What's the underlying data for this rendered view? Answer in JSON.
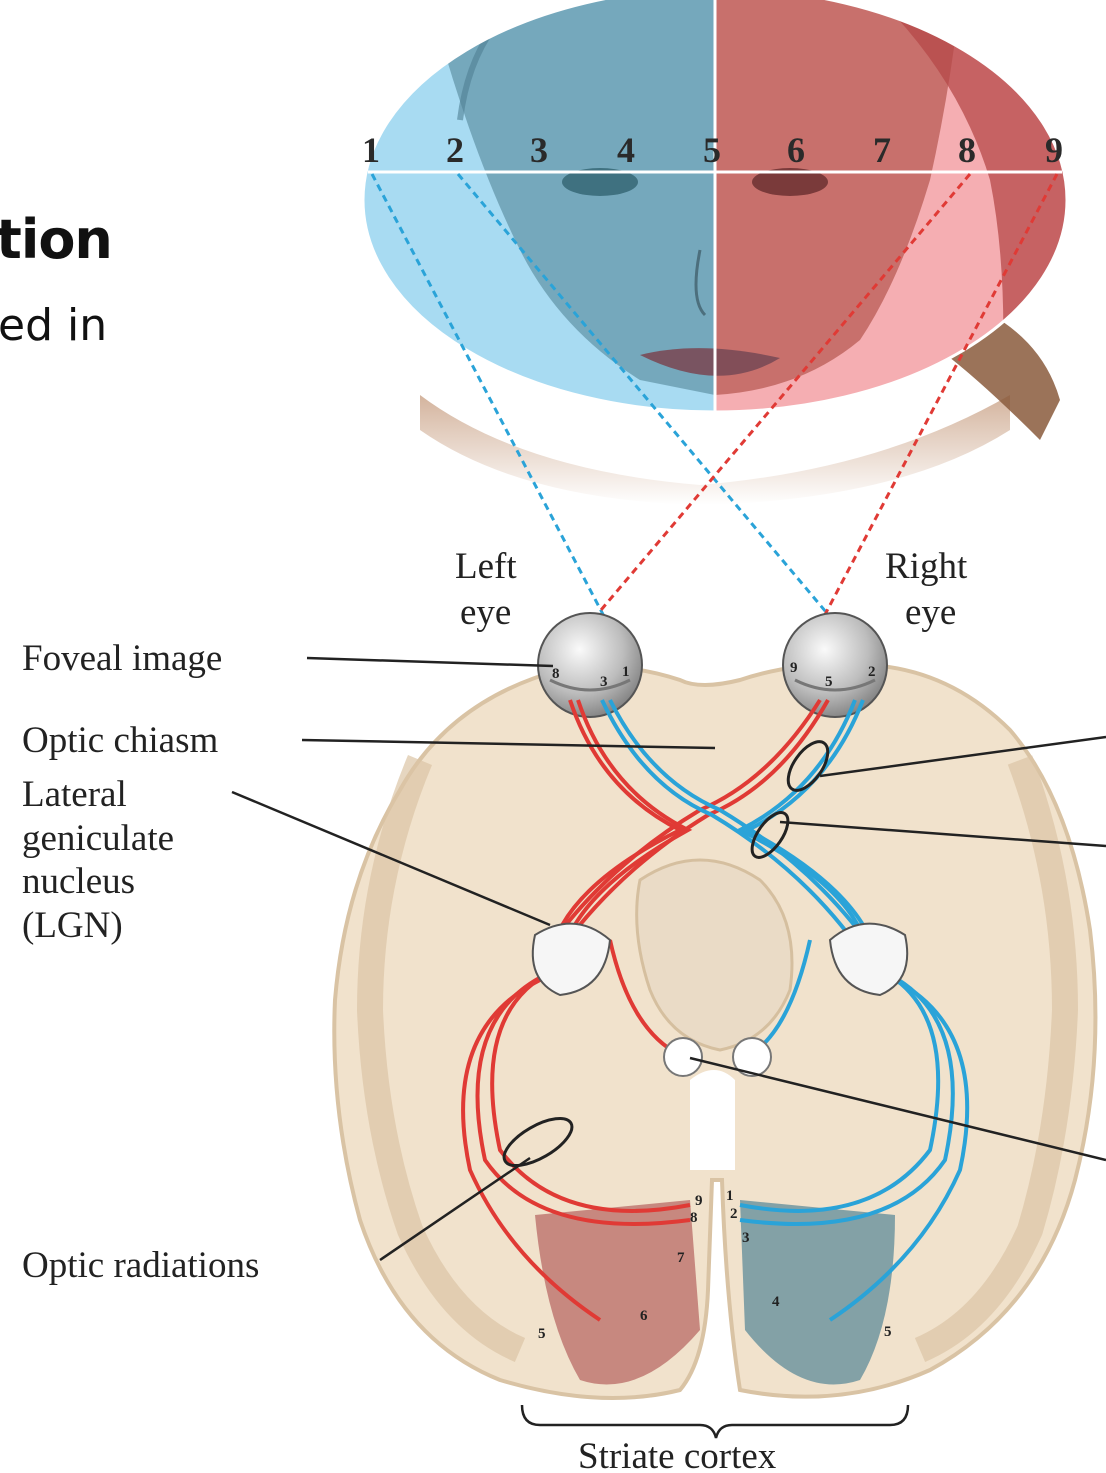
{
  "slide": {
    "heading_fragment": "tion",
    "body_fragment": "ed in"
  },
  "diagram": {
    "visual_field_numbers": [
      "1",
      "2",
      "3",
      "4",
      "5",
      "6",
      "7",
      "8",
      "9"
    ],
    "labels": {
      "left_eye": [
        "Left",
        "eye"
      ],
      "right_eye": [
        "Right",
        "eye"
      ],
      "foveal_image": "Foveal image",
      "optic_chiasm": "Optic chiasm",
      "lgn": [
        "Lateral",
        "geniculate",
        "nucleus",
        "(LGN)"
      ],
      "optic_radiations": "Optic radiations",
      "striate_cortex": "Striate cortex"
    },
    "colors": {
      "left_field": "#9fd8f1",
      "right_field": "#f4a7ab",
      "blue_fiber": "#2aa3d8",
      "red_fiber": "#e03a35",
      "brain_tissue": "#f1e2cc",
      "brain_outline": "#d9c3a4"
    }
  }
}
